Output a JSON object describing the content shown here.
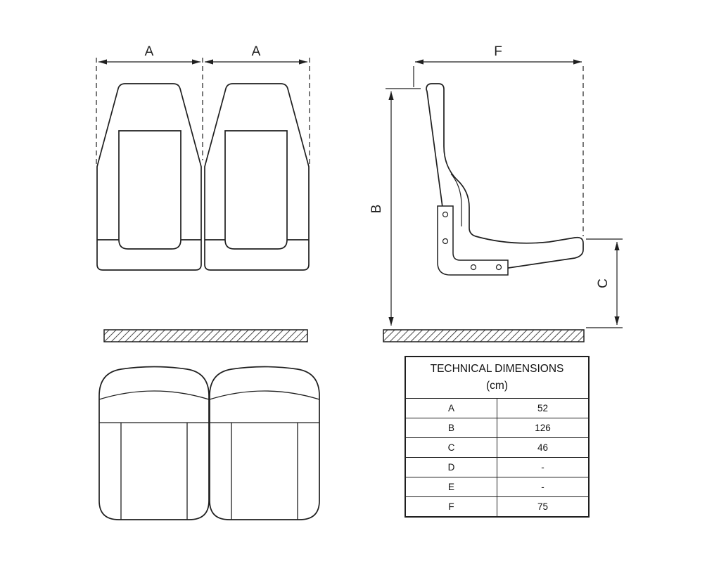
{
  "page": {
    "background": "#ffffff",
    "line_color": "#1f1f1f"
  },
  "front_view": {
    "dim_label_left": "A",
    "dim_label_right": "A"
  },
  "side_view": {
    "dim_label_top": "F",
    "dim_label_height": "B",
    "dim_label_seat_height": "C"
  },
  "table": {
    "title_line1": "TECHNICAL DIMENSIONS",
    "title_line2": "(cm)",
    "rows": [
      {
        "dim": "A",
        "value": "52"
      },
      {
        "dim": "B",
        "value": "126"
      },
      {
        "dim": "C",
        "value": "46"
      },
      {
        "dim": "D",
        "value": "-"
      },
      {
        "dim": "E",
        "value": "-"
      },
      {
        "dim": "F",
        "value": "75"
      }
    ]
  }
}
